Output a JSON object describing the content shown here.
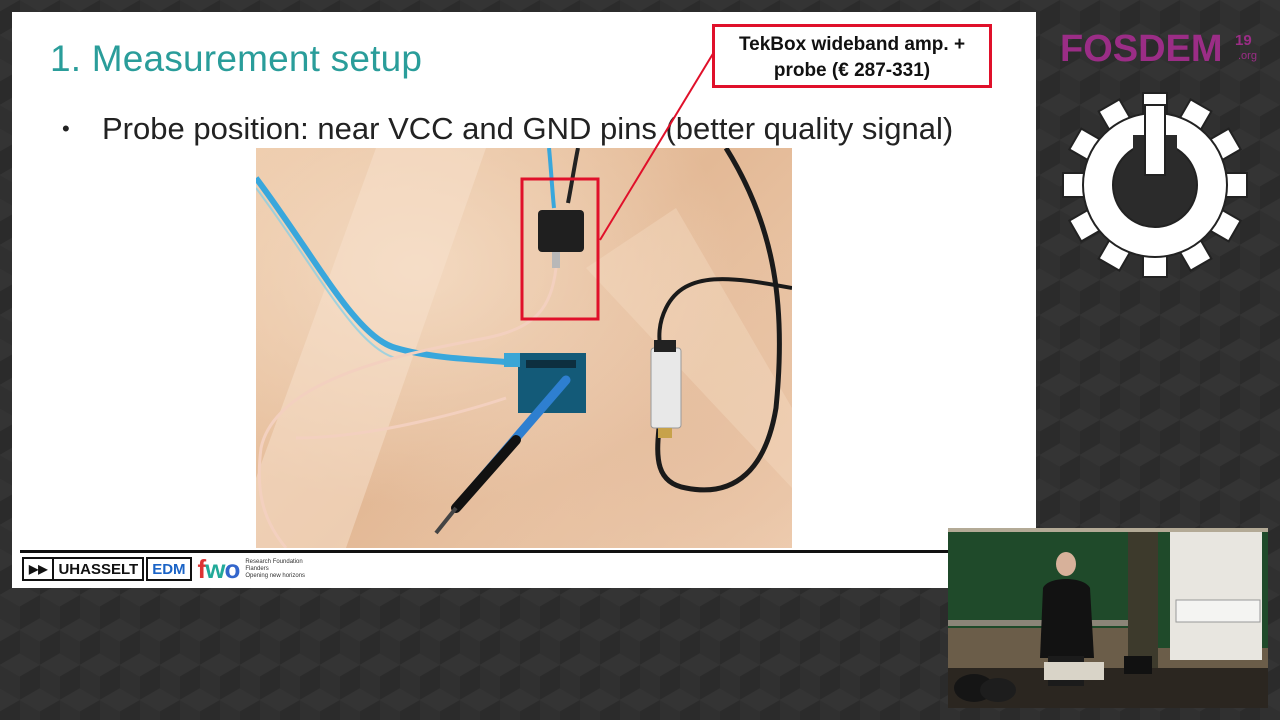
{
  "slide": {
    "title": "1. Measurement setup",
    "bullet_marker": "•",
    "bullet_text": "Probe position: near VCC and GND pins (better quality signal)",
    "callout_line1": "TekBox wideband amp. +",
    "callout_line2": "probe (€ 287-331)"
  },
  "footer": {
    "uhasselt_arrows": "▶▶",
    "uhasselt_label": "UHASSELT",
    "edm_label": "EDM",
    "fwo_label_f": "f",
    "fwo_label_w": "w",
    "fwo_label_o": "o",
    "fwo_line1": "Research Foundation",
    "fwo_line2": "Flanders",
    "fwo_line3": "Opening new horizons"
  },
  "branding": {
    "fosdem": "FOSDEM",
    "fosdem_year": "19",
    "fosdem_tld": ".org",
    "color": "#9b2d86"
  },
  "colors": {
    "title": "#2a9d9a",
    "callout_border": "#e0102a",
    "background": "#2b2b2b"
  },
  "icons": {
    "gear": "fosdem-gear-icon"
  }
}
